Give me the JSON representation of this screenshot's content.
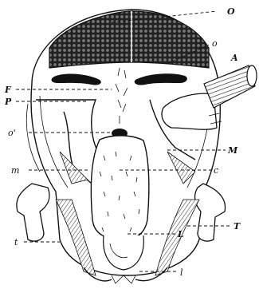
{
  "labels": {
    "O_upper": "O",
    "o_lower": "o",
    "A": "A",
    "F": "F",
    "P": "P",
    "o_prime": "o'",
    "M": "M",
    "m": "m",
    "c": "c",
    "T": "T",
    "t": "t",
    "L": "L",
    "l": "l"
  }
}
